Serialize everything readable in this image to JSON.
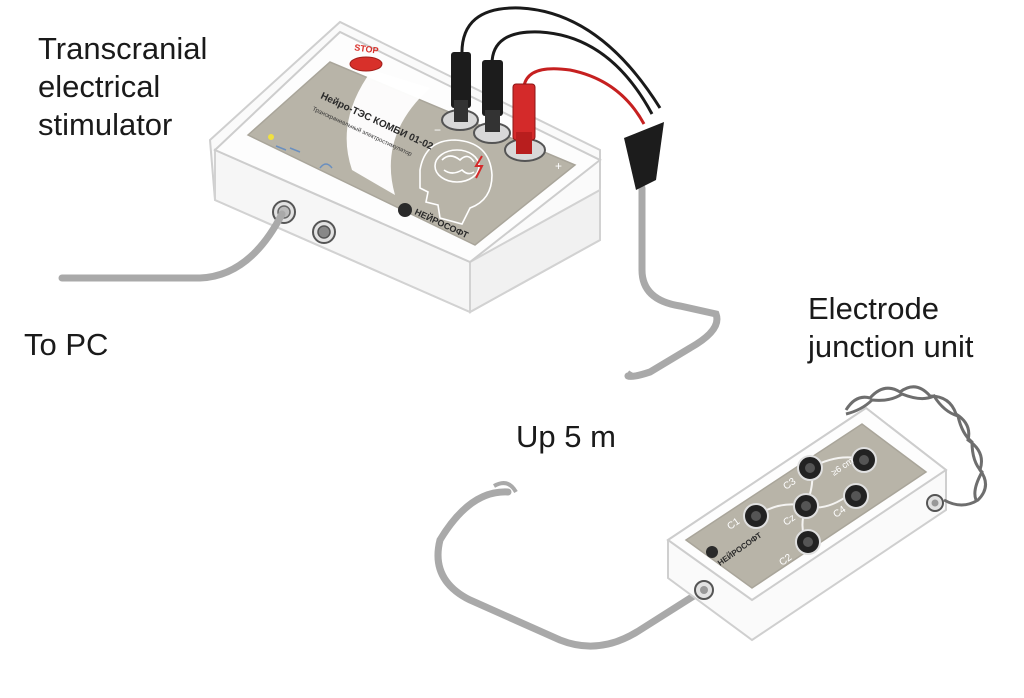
{
  "labels": {
    "stimulator_line1": "Transcranial",
    "stimulator_line2": "electrical",
    "stimulator_line3": "stimulator",
    "to_pc": "To PC",
    "cable_length": "Up 5 m",
    "junction_line1": "Electrode",
    "junction_line2": "junction unit"
  },
  "stimulator": {
    "stop_button": "STOP",
    "model_name": "Нейро-ТЭС КОМБИ 01-02",
    "model_subtitle": "Транскраниальный электростимулятор",
    "brand": "НЕЙРОСОФТ"
  },
  "junction_unit": {
    "electrode_labels": [
      "C3",
      "C4",
      "Cz",
      "C1",
      "C2"
    ],
    "spacing_label": "≥6 cm",
    "brand": "НЕЙРОСОФТ"
  },
  "colors": {
    "panel_gray": "#b8b4a8",
    "stop_red": "#d8302a",
    "plug_red": "#d42a2a",
    "plug_black": "#1c1c1c",
    "cable_gray": "#a9a9a9",
    "case_outline": "#cfcfcf"
  }
}
